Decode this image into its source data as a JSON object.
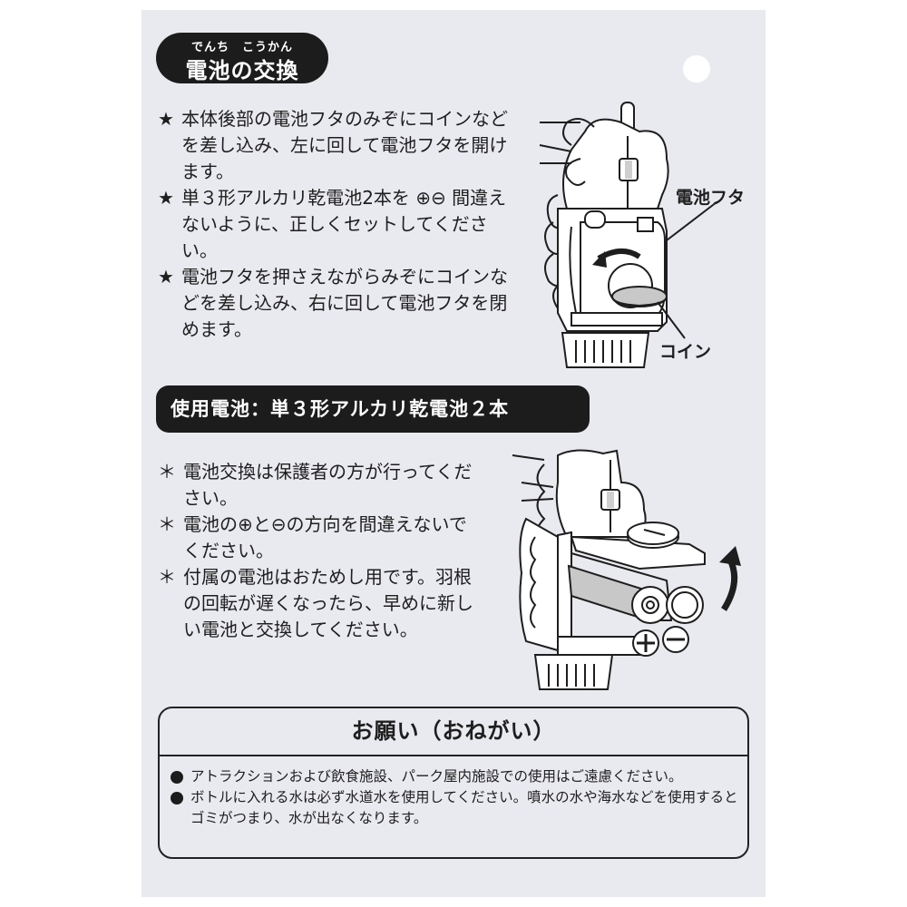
{
  "card": {
    "background": "#e9e9f0",
    "hole_color": "#ffffff"
  },
  "battery_section": {
    "ruby": "でんち　こうかん",
    "title": "電池の交換",
    "steps": [
      {
        "mark": "★",
        "text": "本体後部の電池フタのみぞにコインなどを差し込み、左に回して電池フタを開けます。"
      },
      {
        "mark": "★",
        "text": "単３形アルカリ乾電池2本を ⊕⊖ 間違えないように、正しくセットしてください。"
      },
      {
        "mark": "★",
        "text": "電池フタを押さえながらみぞにコインなどを差し込み、右に回して電池フタを閉めます。"
      }
    ],
    "figure1": {
      "label_cover": "電池フタ",
      "label_coin": "コイン",
      "arrow_direction": "counter-clockwise"
    }
  },
  "battery_spec": {
    "title": "使用電池：単３形アルカリ乾電池２本"
  },
  "cautions": [
    {
      "mark": "＊",
      "text": "電池交換は保護者の方が行ってください。"
    },
    {
      "mark": "＊",
      "text": "電池の⊕と⊖の方向を間違えないでください。"
    },
    {
      "mark": "＊",
      "text": "付属の電池はおためし用です。羽根の回転が遅くなったら、早めに新しい電池と交換してください。"
    }
  ],
  "figure2": {
    "plus_symbol": "+",
    "minus_symbol": "−",
    "arrow_direction": "clockwise-up"
  },
  "notice": {
    "title": "お願い（おねがい）",
    "items": [
      "アトラクションおよび飲食施設、パーク屋内施設での使用はご遠慮ください。",
      "ボトルに入れる水は必ず水道水を使用してください。噴水の水や海水などを使用するとゴミがつまり、水が出なくなります。"
    ]
  }
}
